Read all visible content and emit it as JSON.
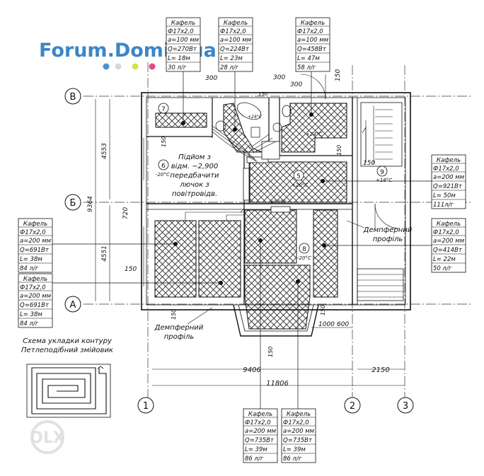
{
  "watermark": "Forum.Domik.ua",
  "watermark_dot_colors": [
    "#4a90d9",
    "#d9d9d9",
    "#d6e04a",
    "#e04a8a"
  ],
  "olx_logo": "OLX",
  "axes": {
    "row_b_upper": "В",
    "row_b": "Б",
    "row_a": "А",
    "col_1": "1",
    "col_2": "2",
    "col_3": "3"
  },
  "dimensions": {
    "top_300_a": "300",
    "top_300_b": "300",
    "top_300_c": "300",
    "top_150": "150",
    "left_4553": "4553",
    "left_4551": "4551",
    "left_9364": "9364",
    "left_720": "720",
    "left_150_bed": "150",
    "left_150_lower": "150",
    "bottom_150": "150",
    "bottom_1000": "1000",
    "bottom_600": "600",
    "bottom_150_b": "150",
    "bottom_150_c": "150",
    "stair_150": "150",
    "stair_150_b": "150",
    "total_9406": "9406",
    "total_2150": "2150",
    "total_11806": "11806",
    "bath_150": "150"
  },
  "rooms": {
    "r7": "7",
    "r6": "6",
    "r6_temp": "-20°C",
    "r5": "5",
    "r5_temp": "+20°C",
    "r9": "9",
    "r9_temp": "+18°C",
    "r8": "8",
    "r8_temp": "-20°C",
    "bath_temp": "+24°C",
    "wc_temp": "+24°C",
    "floor_mark": "±0.000"
  },
  "notes": {
    "hatch_line1": "Підйом з",
    "hatch_line2": "відм. −2,900",
    "hatch_line3": "передбачити",
    "hatch_line4": "лючок з",
    "hatch_line5": "повітровідв.",
    "damper_right_1": "Демпферний",
    "damper_right_2": "профіль",
    "damper_left_1": "Демпферний",
    "damper_left_2": "профіль",
    "scheme_1": "Схема укладки контуру",
    "scheme_2": "Петлеподібний змійовик"
  },
  "specs": [
    {
      "title": "Кафель",
      "pipe": "Ф17x2,0",
      "a": "a=100 мм",
      "q": "Q=270Вт",
      "l": "L= 18м",
      "flow": "30 л/г"
    },
    {
      "title": "Кафель",
      "pipe": "Ф17x2,0",
      "a": "a=100 мм",
      "q": "Q=224Вт",
      "l": "L= 23м",
      "flow": "28 л/г"
    },
    {
      "title": "Кафель",
      "pipe": "Ф17x2,0",
      "a": "a=100 мм",
      "q": "Q=458Вт",
      "l": "L= 47м",
      "flow": "58 л/г"
    },
    {
      "title": "Кафель",
      "pipe": "Ф17x2,0",
      "a": "a=200 мм",
      "q": "Q=921Вт",
      "l": "L= 50м",
      "flow": "111л/г"
    },
    {
      "title": "Кафель",
      "pipe": "Ф17x2,0",
      "a": "a=200 мм",
      "q": "Q=414Вт",
      "l": "L= 22м",
      "flow": "50 л/г"
    },
    {
      "title": "Кафель",
      "pipe": "Ф17x2,0",
      "a": "a=200 мм",
      "q": "Q=691Вт",
      "l": "L= 38м",
      "flow": "84 л/г"
    },
    {
      "title": "Кафель",
      "pipe": "Ф17x2,0",
      "a": "a=200 мм",
      "q": "Q=691Вт",
      "l": "L= 38м",
      "flow": "84 л/г"
    },
    {
      "title": "Кафель",
      "pipe": "Ф17x2,0",
      "a": "a=200 мм",
      "q": "Q=735Вт",
      "l": "L= 39м",
      "flow": "86 л/г"
    },
    {
      "title": "Кафель",
      "pipe": "Ф17x2,0",
      "a": "a=200 мм",
      "q": "Q=735Вт",
      "l": "L= 39м",
      "flow": "86 л/г"
    }
  ]
}
